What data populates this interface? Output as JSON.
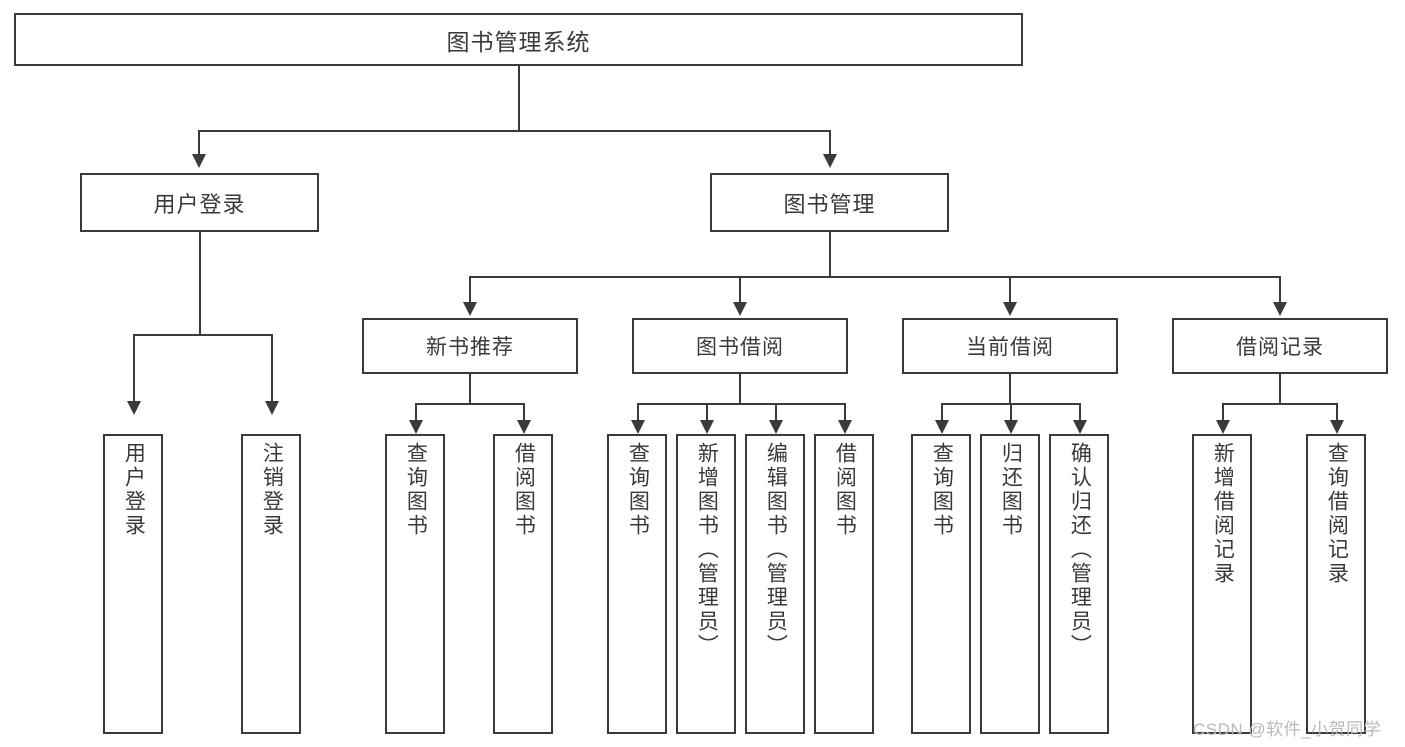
{
  "diagram": {
    "title": "图书管理系统",
    "root": {
      "label": "图书管理系统"
    },
    "level2": [
      {
        "label": "用户登录"
      },
      {
        "label": "图书管理"
      }
    ],
    "level3": [
      {
        "label": "新书推荐"
      },
      {
        "label": "图书借阅"
      },
      {
        "label": "当前借阅"
      },
      {
        "label": "借阅记录"
      }
    ],
    "leaves": {
      "user_login": [
        {
          "label": "用户登录"
        },
        {
          "label": "注销登录"
        }
      ],
      "new_book_recommend": [
        {
          "label": "查询图书"
        },
        {
          "label": "借阅图书"
        }
      ],
      "book_borrow": [
        {
          "label": "查询图书"
        },
        {
          "label": "新增图书（管理员）"
        },
        {
          "label": "编辑图书（管理员）"
        },
        {
          "label": "借阅图书"
        }
      ],
      "current_borrow": [
        {
          "label": "查询图书"
        },
        {
          "label": "归还图书"
        },
        {
          "label": "确认归还（管理员）"
        }
      ],
      "borrow_record": [
        {
          "label": "新增借阅记录"
        },
        {
          "label": "查询借阅记录"
        }
      ]
    }
  },
  "watermark": {
    "text": "CSDN @软件_小贺同学"
  },
  "colors": {
    "stroke": "#3a3a3a",
    "text": "#3a3a3a",
    "background": "#ffffff",
    "watermark": "#b9b9b9"
  }
}
